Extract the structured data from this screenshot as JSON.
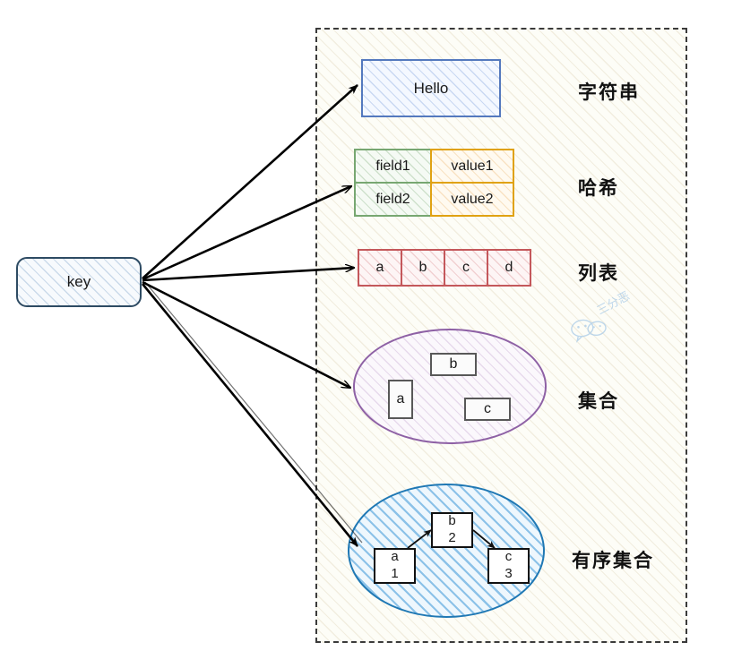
{
  "diagram": {
    "title_hidden": "",
    "key_node": {
      "label": "key"
    },
    "group": {
      "style": "dashed-box"
    },
    "types": [
      {
        "id": "string",
        "cn_label": "字符串",
        "shape": "rectangle",
        "accent": "#5479be",
        "value": "Hello"
      },
      {
        "id": "hash",
        "cn_label": "哈希",
        "shape": "table",
        "field_accent": "#77a771",
        "value_accent": "#e0a212",
        "rows": [
          {
            "field": "field1",
            "value": "value1"
          },
          {
            "field": "field2",
            "value": "value2"
          }
        ]
      },
      {
        "id": "list",
        "cn_label": "列表",
        "shape": "cells",
        "accent": "#c4585b",
        "cells": [
          "a",
          "b",
          "c",
          "d"
        ]
      },
      {
        "id": "set",
        "cn_label": "集合",
        "shape": "ellipse",
        "accent": "#8e61a5",
        "members": [
          "a",
          "b",
          "c"
        ]
      },
      {
        "id": "zset",
        "cn_label": "有序集合",
        "shape": "ellipse",
        "accent": "#1f78b4",
        "members": [
          {
            "member": "a",
            "score": "1"
          },
          {
            "member": "b",
            "score": "2"
          },
          {
            "member": "c",
            "score": "3"
          }
        ]
      }
    ],
    "watermark": {
      "text": "三分恶",
      "icon": "wechat-icon",
      "color": "#a9cbe8"
    },
    "colors": {
      "background": "#ffffff",
      "group_fill": "#fdfdf7",
      "group_border": "#3b3b3b",
      "key_border": "#2e4b63",
      "arrow": "#000000"
    }
  }
}
